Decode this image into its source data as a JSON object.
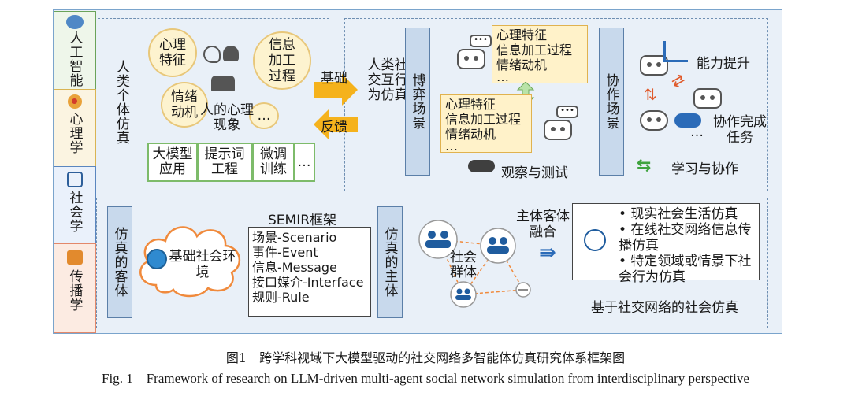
{
  "sidebar": [
    {
      "label": "人工智能",
      "icon": "brain-icon"
    },
    {
      "label": "心理学",
      "icon": "head-icon"
    },
    {
      "label": "社会学",
      "icon": "network-icon"
    },
    {
      "label": "传播学",
      "icon": "media-icon"
    }
  ],
  "top_left": {
    "section_label": "人类个体仿真",
    "bubbles": [
      "心理特征",
      "信息加工过程",
      "情绪动机",
      "…"
    ],
    "center_label": "人的心理现象",
    "llm_boxes": [
      "大模型应用",
      "提示词工程",
      "微调训练",
      "…"
    ]
  },
  "arrows": {
    "top": "基础",
    "bottom": "反馈"
  },
  "top_right": {
    "section_label": "人类社交互行为仿真",
    "game_label": "博弈场景",
    "card1": [
      "心理特征",
      "信息加工过程",
      "情绪动机",
      "…"
    ],
    "card2": [
      "心理特征",
      "信息加工过程",
      "情绪动机",
      "…"
    ],
    "observe_label": "观察与测试",
    "collab_label": "协作场景",
    "ability_label": "能力提升",
    "task_label": "协作完成任务",
    "learn_label": "学习与协作",
    "dots": "…"
  },
  "bottom": {
    "object_label": "仿真的客体",
    "env_label": "基础社会环境",
    "framework_title": "SEMIR框架",
    "framework_items": [
      "场景-Scenario",
      "事件-Event",
      "信息-Message",
      "接口媒介-Interface",
      "规则-Rule"
    ],
    "subject_label": "仿真的主体",
    "group_label": "社会群体",
    "fusion_label": "主体客体融合",
    "results": [
      "• 现实社会生活仿真",
      "• 在线社交网络信息传播仿真",
      "• 特定领域或情景下社会行为仿真"
    ],
    "section_label": "基于社交网络的社会仿真",
    "dots": "…"
  },
  "caption": {
    "cn": "图1　跨学科视域下大模型驱动的社交网络多智能体仿真研究体系框架图",
    "en": "Fig. 1　Framework of research on LLM-driven multi-agent social network simulation from interdisciplinary perspective"
  },
  "colors": {
    "border": "#7aa4cc",
    "pill": "#c8d9ec",
    "yellow": "#fff2c9",
    "green": "#7dbb6a",
    "accent_red": "#e05a2b",
    "arrow_orange": "#f5b21c"
  }
}
